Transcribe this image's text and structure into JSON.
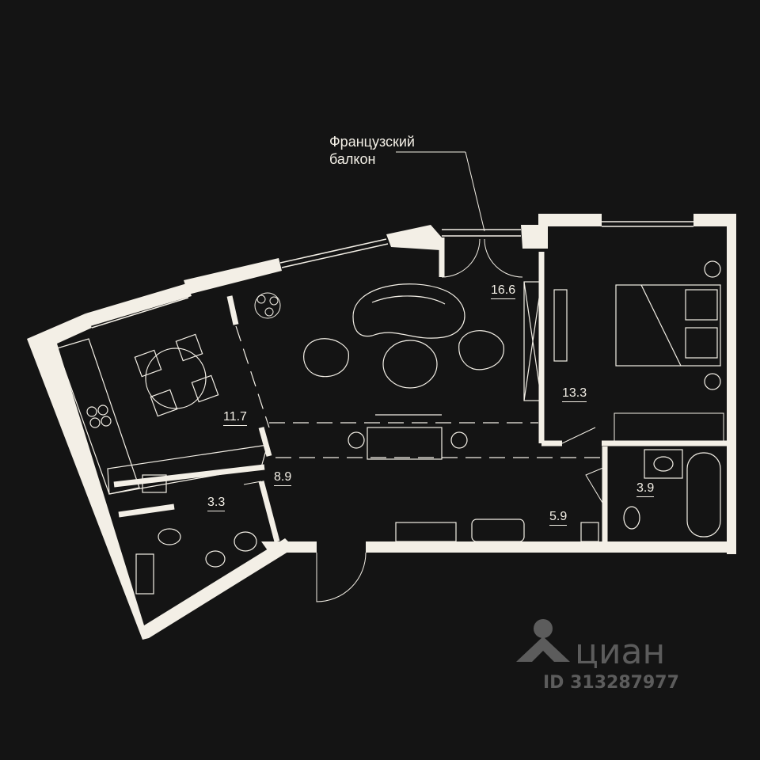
{
  "annotation": {
    "line1": "Французский",
    "line2": "балкон"
  },
  "rooms": [
    {
      "id": "living",
      "area": "16.6"
    },
    {
      "id": "kitchen",
      "area": "11.7"
    },
    {
      "id": "bedroom",
      "area": "13.3"
    },
    {
      "id": "hall",
      "area": "8.9"
    },
    {
      "id": "bath-small",
      "area": "3.3"
    },
    {
      "id": "bath-main",
      "area": "3.9"
    },
    {
      "id": "corridor",
      "area": "5.9"
    }
  ],
  "watermark": {
    "brand": "циан",
    "listing_id": "ID 313287977"
  },
  "colors": {
    "background": "#141414",
    "walls": "#f3efe6",
    "watermark": "#5c5c5c"
  }
}
